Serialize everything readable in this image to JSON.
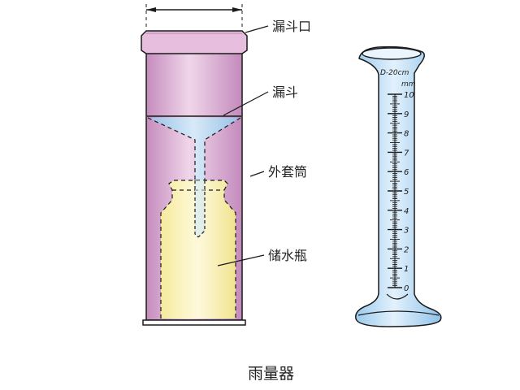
{
  "title": "雨量器",
  "labels": {
    "funnel_mouth": "漏斗口",
    "funnel": "漏斗",
    "outer_cylinder": "外套筒",
    "storage_bottle": "储水瓶"
  },
  "cylinder": {
    "diameter_label": "D-20cm",
    "unit": "mm",
    "scale_min": 0,
    "scale_max": 10,
    "major_ticks": [
      "0",
      "1",
      "2",
      "3",
      "4",
      "5",
      "6",
      "7",
      "8",
      "9",
      "10"
    ],
    "minor_per_major": 10
  },
  "colors": {
    "outer_cylinder": "#d9a8d0",
    "funnel_water": "#a9d4ef",
    "bottle": "#fbf6b4",
    "measuring_cylinder": "#bcdcf3",
    "outline": "#1a1a1a"
  }
}
